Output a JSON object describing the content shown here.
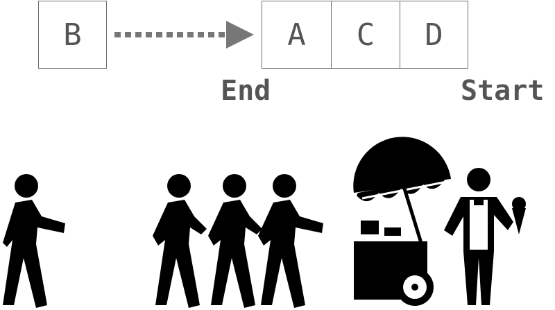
{
  "queue": {
    "incoming": "B",
    "items": [
      "A",
      "C",
      "D"
    ],
    "end_label": "End",
    "start_label": "Start"
  },
  "scene": {
    "arrow": "dotted-arrow",
    "new_person": "person-walking-icon",
    "queue_people": [
      "person-walking-icon",
      "person-walking-icon",
      "person-walking-icon"
    ],
    "vendor": "ice-cream-vendor-icon",
    "cart": "ice-cream-cart-icon"
  },
  "colors": {
    "box_border": "#6e6e6e",
    "text": "#555555",
    "arrow": "#777777",
    "icons": "#000000"
  }
}
